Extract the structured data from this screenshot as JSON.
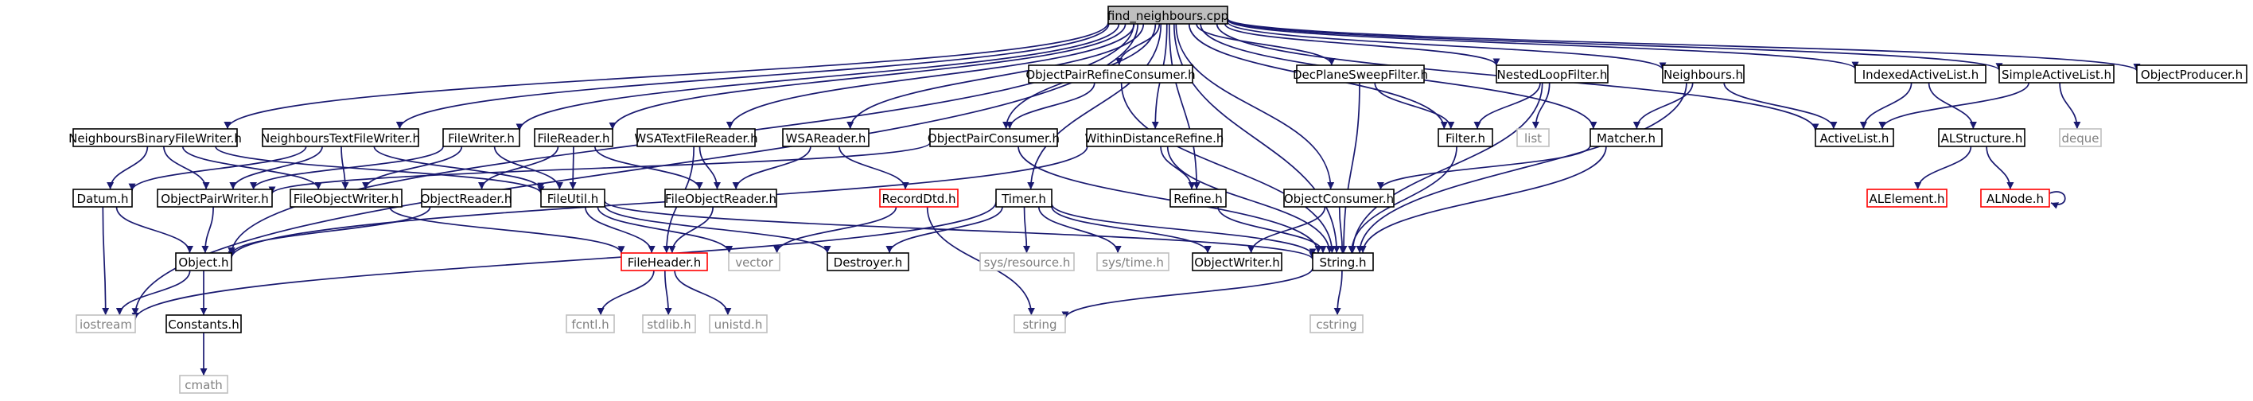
{
  "diagram": {
    "title": "find_neighbours.cpp",
    "colors": {
      "edge": "#191970",
      "border_normal": "#000000",
      "border_missing": "#bfbfbf",
      "border_truncated": "#ff0000",
      "fill_root": "#bfbfbf",
      "text_normal": "#000000",
      "text_missing": "#808080"
    },
    "nodes": [
      {
        "id": "find_neighbours_cpp",
        "label": "find_neighbours.cpp",
        "kind": "root"
      },
      {
        "id": "neighbours_binary_file_writer_h",
        "label": "NeighboursBinaryFileWriter.h",
        "kind": "normal"
      },
      {
        "id": "neighbours_text_file_writer_h",
        "label": "NeighboursTextFileWriter.h",
        "kind": "normal"
      },
      {
        "id": "file_writer_h",
        "label": "FileWriter.h",
        "kind": "normal"
      },
      {
        "id": "file_reader_h",
        "label": "FileReader.h",
        "kind": "normal"
      },
      {
        "id": "wsa_text_file_reader_h",
        "label": "WSATextFileReader.h",
        "kind": "normal"
      },
      {
        "id": "wsa_reader_h",
        "label": "WSAReader.h",
        "kind": "normal"
      },
      {
        "id": "object_pair_refine_consumer_h",
        "label": "ObjectPairRefineConsumer.h",
        "kind": "normal"
      },
      {
        "id": "object_pair_consumer_h",
        "label": "ObjectPairConsumer.h",
        "kind": "normal"
      },
      {
        "id": "within_distance_refine_h",
        "label": "WithinDistanceRefine.h",
        "kind": "normal"
      },
      {
        "id": "dec_plane_sweep_filter_h",
        "label": "DecPlaneSweepFilter.h",
        "kind": "normal"
      },
      {
        "id": "nested_loop_filter_h",
        "label": "NestedLoopFilter.h",
        "kind": "normal"
      },
      {
        "id": "neighbours_h",
        "label": "Neighbours.h",
        "kind": "normal"
      },
      {
        "id": "indexed_active_list_h",
        "label": "IndexedActiveList.h",
        "kind": "normal"
      },
      {
        "id": "simple_active_list_h",
        "label": "SimpleActiveList.h",
        "kind": "normal"
      },
      {
        "id": "object_producer_h",
        "label": "ObjectProducer.h",
        "kind": "normal"
      },
      {
        "id": "filter_h",
        "label": "Filter.h",
        "kind": "normal"
      },
      {
        "id": "list",
        "label": "list",
        "kind": "missing"
      },
      {
        "id": "matcher_h",
        "label": "Matcher.h",
        "kind": "normal"
      },
      {
        "id": "active_list_h",
        "label": "ActiveList.h",
        "kind": "normal"
      },
      {
        "id": "al_structure_h",
        "label": "ALStructure.h",
        "kind": "normal"
      },
      {
        "id": "deque",
        "label": "deque",
        "kind": "missing"
      },
      {
        "id": "datum_h",
        "label": "Datum.h",
        "kind": "normal"
      },
      {
        "id": "object_pair_writer_h",
        "label": "ObjectPairWriter.h",
        "kind": "normal"
      },
      {
        "id": "file_object_writer_h",
        "label": "FileObjectWriter.h",
        "kind": "normal"
      },
      {
        "id": "object_reader_h",
        "label": "ObjectReader.h",
        "kind": "normal"
      },
      {
        "id": "file_util_h",
        "label": "FileUtil.h",
        "kind": "normal"
      },
      {
        "id": "file_object_reader_h",
        "label": "FileObjectReader.h",
        "kind": "normal"
      },
      {
        "id": "record_dtd_h",
        "label": "RecordDtd.h",
        "kind": "truncated"
      },
      {
        "id": "timer_h",
        "label": "Timer.h",
        "kind": "normal"
      },
      {
        "id": "refine_h",
        "label": "Refine.h",
        "kind": "normal"
      },
      {
        "id": "object_consumer_h",
        "label": "ObjectConsumer.h",
        "kind": "normal"
      },
      {
        "id": "al_element_h",
        "label": "ALElement.h",
        "kind": "truncated"
      },
      {
        "id": "al_node_h",
        "label": "ALNode.h",
        "kind": "truncated"
      },
      {
        "id": "object_h",
        "label": "Object.h",
        "kind": "normal"
      },
      {
        "id": "file_header_h",
        "label": "FileHeader.h",
        "kind": "truncated"
      },
      {
        "id": "vector",
        "label": "vector",
        "kind": "missing"
      },
      {
        "id": "destroyer_h",
        "label": "Destroyer.h",
        "kind": "normal"
      },
      {
        "id": "sys_resource_h",
        "label": "sys/resource.h",
        "kind": "missing"
      },
      {
        "id": "sys_time_h",
        "label": "sys/time.h",
        "kind": "missing"
      },
      {
        "id": "object_writer_h",
        "label": "ObjectWriter.h",
        "kind": "normal"
      },
      {
        "id": "string_h",
        "label": "String.h",
        "kind": "normal"
      },
      {
        "id": "iostream",
        "label": "iostream",
        "kind": "missing"
      },
      {
        "id": "constants_h",
        "label": "Constants.h",
        "kind": "normal"
      },
      {
        "id": "fcntl_h",
        "label": "fcntl.h",
        "kind": "missing"
      },
      {
        "id": "stdlib_h",
        "label": "stdlib.h",
        "kind": "missing"
      },
      {
        "id": "unistd_h",
        "label": "unistd.h",
        "kind": "missing"
      },
      {
        "id": "string",
        "label": "string",
        "kind": "missing"
      },
      {
        "id": "cstring",
        "label": "cstring",
        "kind": "missing"
      },
      {
        "id": "cmath",
        "label": "cmath",
        "kind": "missing"
      }
    ],
    "edges": [
      [
        "find_neighbours_cpp",
        "neighbours_binary_file_writer_h"
      ],
      [
        "find_neighbours_cpp",
        "neighbours_text_file_writer_h"
      ],
      [
        "find_neighbours_cpp",
        "file_writer_h"
      ],
      [
        "find_neighbours_cpp",
        "file_reader_h"
      ],
      [
        "find_neighbours_cpp",
        "wsa_text_file_reader_h"
      ],
      [
        "find_neighbours_cpp",
        "wsa_reader_h"
      ],
      [
        "find_neighbours_cpp",
        "object_pair_refine_consumer_h"
      ],
      [
        "find_neighbours_cpp",
        "object_pair_consumer_h"
      ],
      [
        "find_neighbours_cpp",
        "within_distance_refine_h"
      ],
      [
        "find_neighbours_cpp",
        "dec_plane_sweep_filter_h"
      ],
      [
        "find_neighbours_cpp",
        "nested_loop_filter_h"
      ],
      [
        "find_neighbours_cpp",
        "neighbours_h"
      ],
      [
        "find_neighbours_cpp",
        "indexed_active_list_h"
      ],
      [
        "find_neighbours_cpp",
        "simple_active_list_h"
      ],
      [
        "find_neighbours_cpp",
        "object_producer_h"
      ],
      [
        "find_neighbours_cpp",
        "filter_h"
      ],
      [
        "find_neighbours_cpp",
        "matcher_h"
      ],
      [
        "find_neighbours_cpp",
        "active_list_h"
      ],
      [
        "find_neighbours_cpp",
        "timer_h"
      ],
      [
        "find_neighbours_cpp",
        "refine_h"
      ],
      [
        "find_neighbours_cpp",
        "object_consumer_h"
      ],
      [
        "find_neighbours_cpp",
        "object_h"
      ],
      [
        "find_neighbours_cpp",
        "string_h"
      ],
      [
        "find_neighbours_cpp",
        "iostream"
      ],
      [
        "neighbours_binary_file_writer_h",
        "datum_h"
      ],
      [
        "neighbours_binary_file_writer_h",
        "object_pair_writer_h"
      ],
      [
        "neighbours_binary_file_writer_h",
        "file_object_writer_h"
      ],
      [
        "neighbours_binary_file_writer_h",
        "file_util_h"
      ],
      [
        "neighbours_text_file_writer_h",
        "datum_h"
      ],
      [
        "neighbours_text_file_writer_h",
        "object_pair_writer_h"
      ],
      [
        "neighbours_text_file_writer_h",
        "file_object_writer_h"
      ],
      [
        "neighbours_text_file_writer_h",
        "file_util_h"
      ],
      [
        "file_writer_h",
        "object_pair_writer_h"
      ],
      [
        "file_writer_h",
        "file_object_writer_h"
      ],
      [
        "file_writer_h",
        "file_util_h"
      ],
      [
        "file_reader_h",
        "object_reader_h"
      ],
      [
        "file_reader_h",
        "file_object_reader_h"
      ],
      [
        "file_reader_h",
        "file_util_h"
      ],
      [
        "wsa_text_file_reader_h",
        "file_object_reader_h"
      ],
      [
        "wsa_text_file_reader_h",
        "file_header_h"
      ],
      [
        "wsa_reader_h",
        "file_object_reader_h"
      ],
      [
        "wsa_reader_h",
        "record_dtd_h"
      ],
      [
        "object_pair_refine_consumer_h",
        "object_pair_consumer_h"
      ],
      [
        "object_pair_refine_consumer_h",
        "string_h"
      ],
      [
        "object_pair_consumer_h",
        "object_pair_writer_h"
      ],
      [
        "object_pair_consumer_h",
        "string_h"
      ],
      [
        "within_distance_refine_h",
        "object_h"
      ],
      [
        "within_distance_refine_h",
        "refine_h"
      ],
      [
        "within_distance_refine_h",
        "string_h"
      ],
      [
        "dec_plane_sweep_filter_h",
        "filter_h"
      ],
      [
        "dec_plane_sweep_filter_h",
        "string_h"
      ],
      [
        "nested_loop_filter_h",
        "filter_h"
      ],
      [
        "nested_loop_filter_h",
        "list"
      ],
      [
        "nested_loop_filter_h",
        "string_h"
      ],
      [
        "neighbours_h",
        "matcher_h"
      ],
      [
        "neighbours_h",
        "active_list_h"
      ],
      [
        "neighbours_h",
        "string_h"
      ],
      [
        "indexed_active_list_h",
        "active_list_h"
      ],
      [
        "indexed_active_list_h",
        "al_structure_h"
      ],
      [
        "simple_active_list_h",
        "active_list_h"
      ],
      [
        "simple_active_list_h",
        "deque"
      ],
      [
        "filter_h",
        "string_h"
      ],
      [
        "matcher_h",
        "object_consumer_h"
      ],
      [
        "matcher_h",
        "string_h"
      ],
      [
        "al_structure_h",
        "al_element_h"
      ],
      [
        "al_structure_h",
        "al_node_h"
      ],
      [
        "al_node_h",
        "al_node_h"
      ],
      [
        "datum_h",
        "object_h"
      ],
      [
        "datum_h",
        "iostream"
      ],
      [
        "object_pair_writer_h",
        "object_h"
      ],
      [
        "file_object_writer_h",
        "file_header_h"
      ],
      [
        "object_reader_h",
        "object_h"
      ],
      [
        "file_util_h",
        "file_header_h"
      ],
      [
        "file_util_h",
        "vector"
      ],
      [
        "file_util_h",
        "destroyer_h"
      ],
      [
        "file_util_h",
        "string_h"
      ],
      [
        "file_object_reader_h",
        "file_header_h"
      ],
      [
        "record_dtd_h",
        "vector"
      ],
      [
        "record_dtd_h",
        "string"
      ],
      [
        "timer_h",
        "destroyer_h"
      ],
      [
        "timer_h",
        "sys_resource_h"
      ],
      [
        "timer_h",
        "sys_time_h"
      ],
      [
        "timer_h",
        "object_writer_h"
      ],
      [
        "timer_h",
        "string_h"
      ],
      [
        "timer_h",
        "iostream"
      ],
      [
        "refine_h",
        "string_h"
      ],
      [
        "object_consumer_h",
        "object_writer_h"
      ],
      [
        "object_consumer_h",
        "string_h"
      ],
      [
        "object_h",
        "iostream"
      ],
      [
        "object_h",
        "constants_h"
      ],
      [
        "file_header_h",
        "fcntl_h"
      ],
      [
        "file_header_h",
        "stdlib_h"
      ],
      [
        "file_header_h",
        "unistd_h"
      ],
      [
        "string_h",
        "string"
      ],
      [
        "string_h",
        "cstring"
      ],
      [
        "constants_h",
        "cmath"
      ]
    ]
  }
}
